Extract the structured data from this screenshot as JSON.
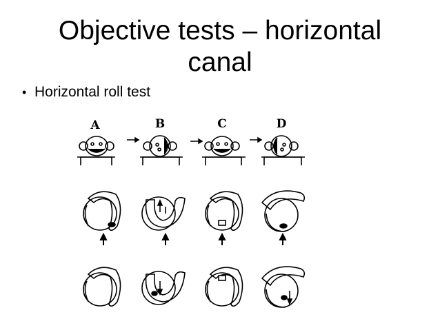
{
  "slide": {
    "title_line1": "Objective tests – horizontal",
    "title_line2": "canal",
    "bullets": [
      {
        "marker": "•",
        "text": "Horizontal roll test"
      }
    ]
  },
  "figure": {
    "labels": [
      "A",
      "B",
      "C",
      "D"
    ],
    "rows": 3,
    "columns": 4,
    "color": "#000000"
  }
}
